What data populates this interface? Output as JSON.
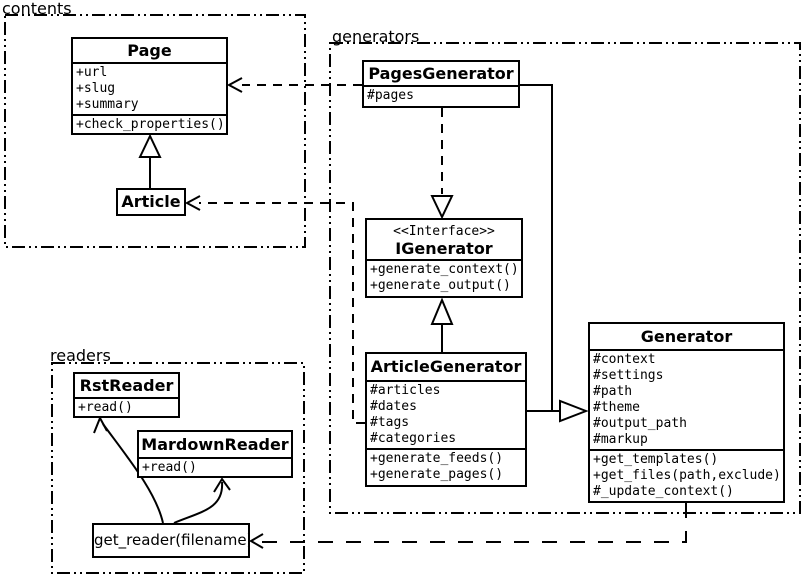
{
  "packages": {
    "contents": {
      "label": "contents"
    },
    "generators": {
      "label": "generators"
    },
    "readers": {
      "label": "readers"
    }
  },
  "classes": {
    "page": {
      "name": "Page",
      "attributes": [
        "+url",
        "+slug",
        "+summary"
      ],
      "methods": [
        "+check_properties()"
      ]
    },
    "article": {
      "name": "Article"
    },
    "pages_generator": {
      "name": "PagesGenerator",
      "attributes": [
        "#pages"
      ]
    },
    "igenerator": {
      "stereotype": "<<Interface>>",
      "name": "IGenerator",
      "methods": [
        "+generate_context()",
        "+generate_output()"
      ]
    },
    "article_generator": {
      "name": "ArticleGenerator",
      "attributes": [
        "#articles",
        "#dates",
        "#tags",
        "#categories"
      ],
      "methods": [
        "+generate_feeds()",
        "+generate_pages()"
      ]
    },
    "generator": {
      "name": "Generator",
      "attributes": [
        "#context",
        "#settings",
        "#path",
        "#theme",
        "#output_path",
        "#markup"
      ],
      "methods": [
        "+get_templates()",
        "+get_files(path,exclude)",
        "#_update_context()"
      ]
    },
    "rst_reader": {
      "name": "RstReader",
      "methods": [
        "+read()"
      ]
    },
    "mardown_reader": {
      "name": "MardownReader",
      "methods": [
        "+read()"
      ]
    },
    "get_reader": {
      "label": "get_reader(filename)"
    }
  },
  "colors": {
    "line": "#000000",
    "background": "#ffffff",
    "box_fill": "#ffffff"
  }
}
